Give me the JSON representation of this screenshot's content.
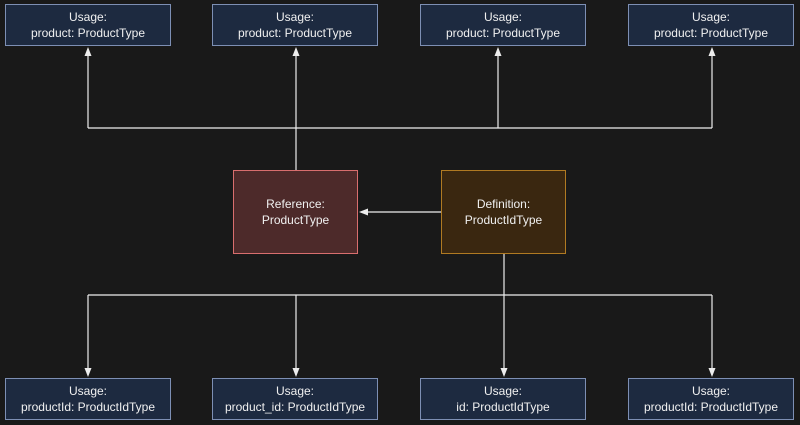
{
  "reference": {
    "title": "Reference:",
    "type": "ProductType"
  },
  "definition": {
    "title": "Definition:",
    "type": "ProductIdType"
  },
  "top_usages": [
    {
      "title": "Usage:",
      "field": "product: ProductType"
    },
    {
      "title": "Usage:",
      "field": "product: ProductType"
    },
    {
      "title": "Usage:",
      "field": "product: ProductType"
    },
    {
      "title": "Usage:",
      "field": "product: ProductType"
    }
  ],
  "bottom_usages": [
    {
      "title": "Usage:",
      "field": "productId: ProductIdType"
    },
    {
      "title": "Usage:",
      "field": "product_id: ProductIdType"
    },
    {
      "title": "Usage:",
      "field": "id: ProductIdType"
    },
    {
      "title": "Usage:",
      "field": "productId: ProductIdType"
    }
  ],
  "colors": {
    "background": "#191919",
    "usage_fill": "#1d2a40",
    "usage_border": "#7d8fb4",
    "reference_fill": "#4d2a2a",
    "reference_border": "#d86e6e",
    "definition_fill": "#3a2710",
    "definition_border": "#b07a22",
    "connector": "#ededed"
  }
}
